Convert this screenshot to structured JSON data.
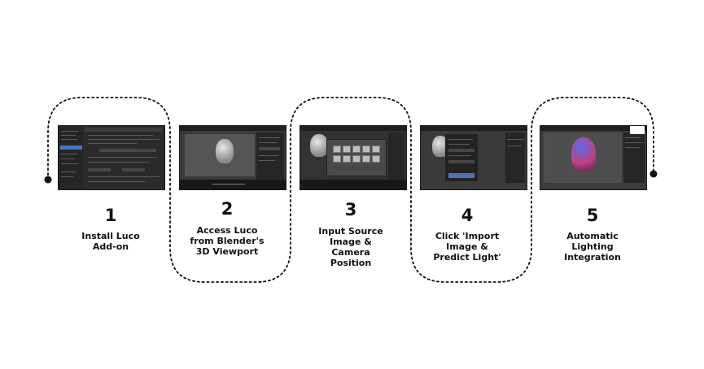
{
  "steps": [
    {
      "number": "1",
      "label": "Install Luco\nAdd-on",
      "screenshot": "blender-preferences-addons"
    },
    {
      "number": "2",
      "label": "Access Luco\nfrom Blender's\n3D Viewport",
      "screenshot": "blender-3d-viewport-luco-panel"
    },
    {
      "number": "3",
      "label": "Input Source\nImage &\nCamera\nPosition",
      "screenshot": "blender-file-browser"
    },
    {
      "number": "4",
      "label": "Click 'Import\nImage &\nPredict Light'",
      "screenshot": "blender-luco-panel-button"
    },
    {
      "number": "5",
      "label": "Automatic\nLighting\nIntegration",
      "screenshot": "blender-lit-bust-result"
    }
  ],
  "colors": {
    "path": "#111111",
    "background": "#ffffff",
    "ui_dark": "#2b2b2b",
    "ui_accent": "#4a73c6"
  }
}
